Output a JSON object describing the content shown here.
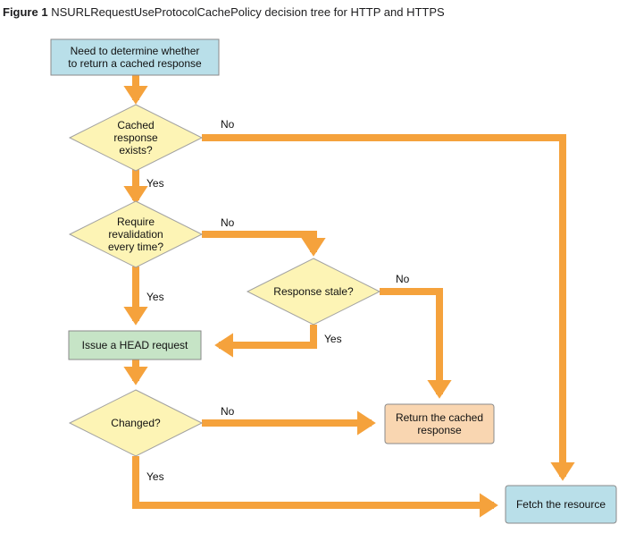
{
  "caption": {
    "figure_label": "Figure 1",
    "title": "NSURLRequestUseProtocolCachePolicy decision tree for HTTP and HTTPS"
  },
  "nodes": {
    "start": "Need to determine whether\nto return a cached response",
    "cached_exists": "Cached\nresponse\nexists?",
    "require_revalidation": "Require\nrevalidation\nevery time?",
    "response_stale": "Response stale?",
    "head_request": "Issue a HEAD request",
    "changed": "Changed?",
    "return_cached": "Return the cached\nresponse",
    "fetch_resource": "Fetch the resource"
  },
  "edges": {
    "cached_exists_no": "No",
    "cached_exists_yes": "Yes",
    "revalidation_no": "No",
    "revalidation_yes": "Yes",
    "stale_no": "No",
    "stale_yes": "Yes",
    "changed_no": "No",
    "changed_yes": "Yes"
  },
  "colors": {
    "arrow": "#f5a23c",
    "start_fill": "#b9dfe9",
    "decision_fill": "#fdf4b5",
    "action_fill": "#c6e4c6",
    "return_fill": "#f9d6b1",
    "fetch_fill": "#b9dfe9"
  }
}
